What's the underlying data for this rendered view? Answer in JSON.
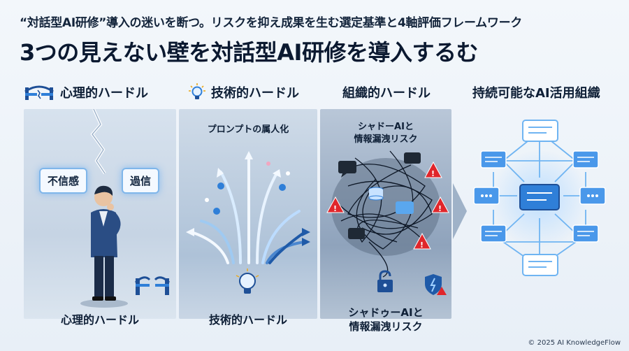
{
  "header": {
    "subtitle": "“対話型AI研修”導入の迷いを断つ。リスクを抑え成果を生む選定基準と4軸評価フレームワーク",
    "title": "3つの見えない壁を対話型AI研修を導入するむ"
  },
  "columns": [
    {
      "heading": "心理的ハードル",
      "icon": "bridge-icon"
    },
    {
      "heading": "技術的ハードル",
      "icon": "lightbulb-icon"
    },
    {
      "heading": "組織的ハードル",
      "icon": ""
    },
    {
      "heading": "持続可能なAI活用組織",
      "icon": ""
    }
  ],
  "psychological": {
    "bubble_left": "不信感",
    "bubble_right": "過信",
    "bottom_label": "心理的ハードル"
  },
  "technical": {
    "panel_label": "プロンプトの属人化",
    "bottom_label": "技術的ハードル"
  },
  "organizational": {
    "panel_label_line1": "シャドーAIと",
    "panel_label_line2": "情報漏洩リスク",
    "bottom_label_line1": "シャドゥーAIと",
    "bottom_label_line2": "情報漏洩リスク"
  },
  "footer": {
    "copyright": "© 2025 AI KnowledgeFlow"
  },
  "colors": {
    "accent_blue": "#2f7fd8",
    "glow_blue": "#7fb6ea",
    "warning_red": "#e0262b",
    "navy": "#1e3a66"
  }
}
